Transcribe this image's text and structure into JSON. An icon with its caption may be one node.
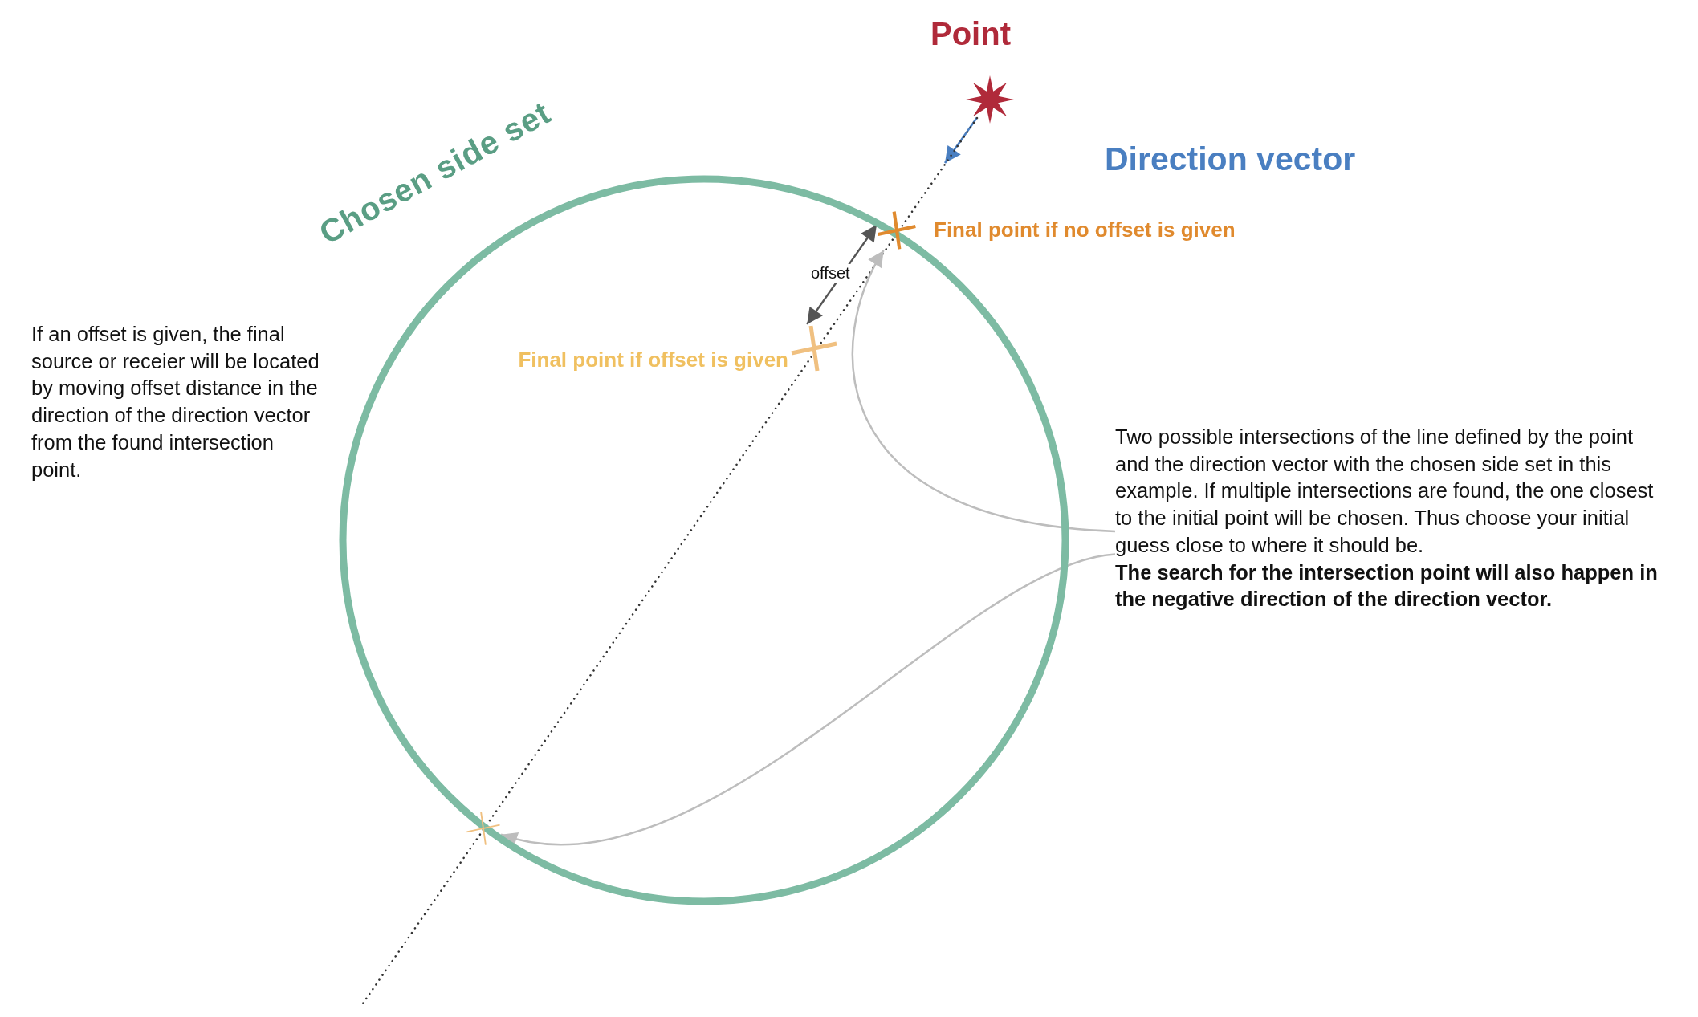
{
  "diagram": {
    "nodes": [
      {
        "text": [],
        "shape": "star",
        "beside": [
          "Point"
        ]
      },
      {
        "text": [
          "Chosen side set"
        ]
      },
      {
        "text": [],
        "shape": "cross",
        "beside": [
          "Final point if no offset is given"
        ]
      },
      {
        "text": [],
        "shape": "cross",
        "beside": [
          "Final point if offset is given"
        ],
        "in": 1
      },
      {
        "text": [],
        "shape": "cross"
      },
      {
        "text": [
          "Two possible intersections of the line defined by the point and the direction vector with the chosen side set in this example. If multiple intersections are found, the one closest to the initial point will be chosen. Thus choose your initial guess close to where it should be.",
          "The search for the intersection point will also happen in the negative direction of the direction vector."
        ]
      }
    ],
    "edges": [
      {
        "from": 0,
        "to": null,
        "arrow": "to",
        "label": "Direction vector",
        "color": "#4a7fc1"
      },
      {
        "from": 0,
        "to": null,
        "arrow": "none",
        "style": "dashed",
        "color": "#333333"
      },
      {
        "from": 5,
        "to": 2,
        "arrow": "to"
      },
      {
        "from": 5,
        "to": 4,
        "arrow": "to"
      },
      {
        "from": 3,
        "to": 2,
        "arrow": "both",
        "label": "offset",
        "color": "#555555"
      }
    ],
    "labels": [
      "If an offset is given, the final source or receier will be located by moving offset distance in the direction of the direction vector from the found intersection point."
    ]
  }
}
